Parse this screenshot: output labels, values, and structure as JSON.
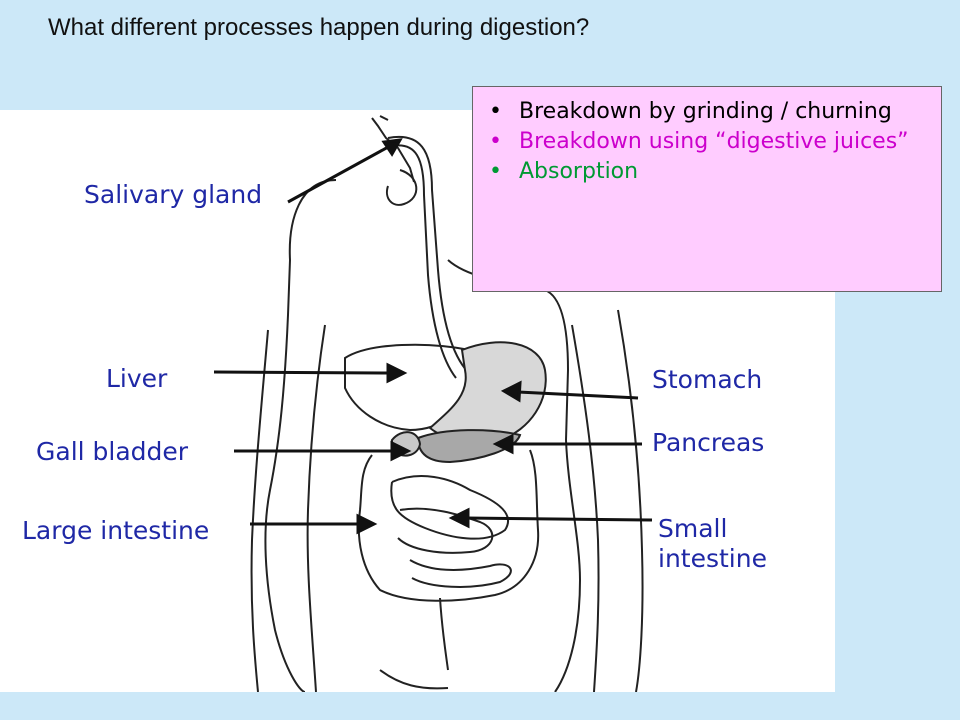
{
  "heading": "What different processes happen during digestion?",
  "labels": {
    "salivary_gland": "Salivary gland",
    "liver": "Liver",
    "gall_bladder": "Gall bladder",
    "large_intestine": "Large intestine",
    "stomach": "Stomach",
    "pancreas": "Pancreas",
    "small_intestine": "Small intestine"
  },
  "processes": [
    {
      "text": "Breakdown by grinding / churning",
      "color": "#000000"
    },
    {
      "text": "Breakdown using “digestive juices”",
      "color": "#cc00cc"
    },
    {
      "text": "Absorption",
      "color": "#009933"
    }
  ],
  "colors": {
    "label_text": "#1f28a6",
    "background": "#cce8f8",
    "callout_fill": "#ffccff"
  }
}
